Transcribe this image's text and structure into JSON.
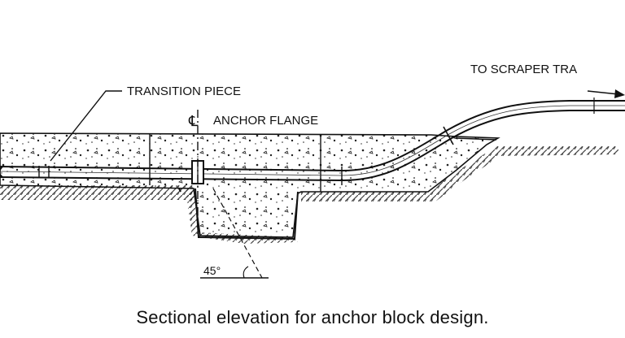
{
  "labels": {
    "transition_piece": "TRANSITION PIECE",
    "anchor_flange": "ANCHOR FLANGE",
    "to_scraper_trap": "TO SCRAPER TRA",
    "angle": "45°",
    "centerline_symbol": "℄"
  },
  "caption": "Sectional elevation for anchor block design."
}
